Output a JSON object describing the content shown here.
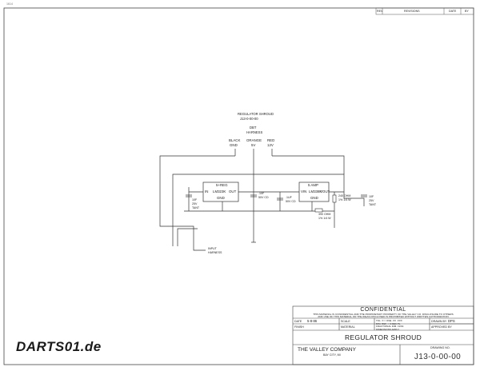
{
  "corner_mark": "1614",
  "revision_block": {
    "rev": "REV",
    "description": "REVISIONS",
    "date": "DATE",
    "by": "BY"
  },
  "schematic": {
    "title_line1": "REGULATOR SHROUD",
    "title_line2": "J13-0-00-00",
    "harness_line1": "DBT",
    "harness_line2": "HARNESS",
    "wires": [
      {
        "color": "BLACK",
        "signal": "GND"
      },
      {
        "color": "ORANGE",
        "signal": "5V"
      },
      {
        "color": "RED",
        "signal": "12V"
      }
    ],
    "reg1": {
      "name": "5+REG",
      "part": "LM323K",
      "pin_in": "IN",
      "pin_out": "OUT",
      "pin_gnd": "GND"
    },
    "reg2": {
      "name": "5 AMP",
      "part": "LM338K",
      "pin_in": "VIN",
      "pin_out": "VOUT",
      "pin_gnd": "GND"
    },
    "caps": [
      {
        "value": "10F",
        "rating": "25V",
        "type": "TANT"
      },
      {
        "value": ".10F",
        "rating": "50V CD"
      },
      {
        "value": ".1UF",
        "rating": "50V CD"
      },
      {
        "value": "10F",
        "rating": "25V",
        "type": "TANT"
      }
    ],
    "res1": {
      "value": "240 OHM",
      "rating": "1% 1/4 W"
    },
    "res2": {
      "value": "390 OHM",
      "rating": "1% 1/4 W"
    },
    "input_line1": "INPUT",
    "input_line2": "HARNESS"
  },
  "title_block": {
    "confidential": "CONFIDENTIAL",
    "notice_lines": [
      "THIS MATERIAL IS CONFIDENTIAL AND THE PROPRIETARY PROPERTY OF THE VALLEY CO. DISCLOSURE TO OTHERS",
      "AND USE OF THIS MATERIAL OR THE IDEAS DISCLOSED IS PROHIBITED WITHOUT WRITTEN AUTHORIZATION"
    ],
    "date_label": "DATE",
    "date_value": "5-8-86",
    "scale_label": "SCALE",
    "material_label": "MATERIAL",
    "finish_label": "FINISH",
    "tolerances": [
      "TOL: X = ONE .XX   .XXX",
      "DIM. REF. = 3 DEC PL",
      "FRACTIONAL DIM. ±1/64",
      "DIMENSIONS APPLY"
    ],
    "drawn_by_label": "DRAWN BY",
    "drawn_by_value": "DPS",
    "approved_label": "APPROVED BY",
    "title": "REGULATOR SHROUD",
    "company": "THE VALLEY COMPANY",
    "company_sub": "BAY CITY, MI",
    "dwg_label": "DRAWING NO.",
    "drawing_number": "J13-0-00-00"
  },
  "logo_text": "DARTS01.de"
}
